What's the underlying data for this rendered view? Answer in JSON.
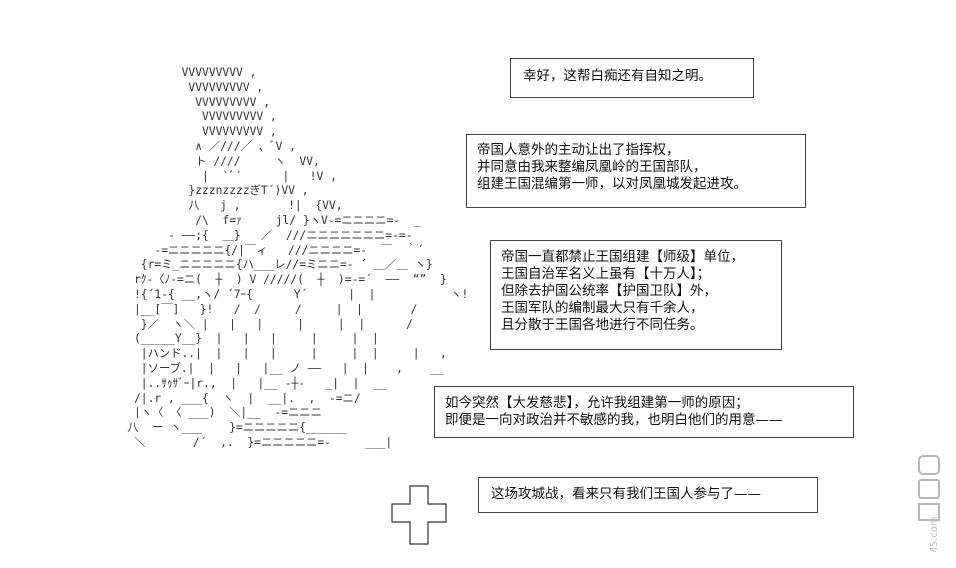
{
  "ascii_art": [
    "            VVVVVVVVV ,",
    "             VVVVVVVVV ,",
    "              VVVVVVVVV ,",
    "               VVVVVVVVV ,",
    "               VVVVVVVVV ,",
    "              ∧ ／///／ 、ﾞV ,",
    "              ト ////     ヽ  VV,",
    "               |  `ﾞ´      |   !V ,",
    "             }zzznzzzzぎT´)VV ,",
    "             八   j ,       !|  {VV,",
    "              /\\  f=ｧ     jl/ }ヽV-=ニニニニ=-  _",
    "          - ――;{  ＿}   ／  ///ニニニニニニニ=-=-",
    "        -=ニニニニニ{/|￣ィ   ///ニニニニ=-  ￣  ｀´",
    "      {r=ミ_ニニニニニ{ハ___レ//=ミニニ=- ´ ＿／＿ ヽ}",
    "     rｸ-〈ﾉ-=ニ(  ┼  ) V /////(  ┼  )=-=´  ――  “”  }",
    "     !{´1-{ __,ヽ/ ´7ｰ{      Y´      |  |           ヽ!",
    "     |__[￣]   }!   /  /     /     |  |       /",
    "      }／  ヽ＼ |   |   |     |     |  |      /",
    "     (_____Y__}  |   |   |     |     |  |",
    "      |ハンド..|  |   |   |     |     |  |     |   ,",
    "      |ソーブ.|  |   |   |__ ノ ――   |  |    ,    __",
    "      |..ｻｩｻﾞｰ|r.,  |   |__ -┼-   _|  |  __",
    "     /|.r , ___{  ヽ  |  __|.  ,  -=ニ/",
    "     |ヽ〈 〈 ___)  ＼|__  -=ニニニ",
    "    八  ー ヽ___    }=ニニニニニ{______",
    "     ＼       /´  ,.  }=ニニニニニ=-     ___|"
  ],
  "dialogs": [
    {
      "lines": [
        "幸好，这帮白痴还有自知之明。"
      ]
    },
    {
      "lines": [
        "帝国人意外的主动让出了指挥权，",
        "并同意由我来整编凤凰岭的王国部队，",
        "组建王国混编第一师，以对凤凰城发起进攻。"
      ]
    },
    {
      "lines": [
        "帝国一直都禁止王国组建【师级】单位，",
        "王国自治军名义上虽有【十万人】；",
        "但除去护国公统率【护国卫队】外，",
        "王国军队的编制最大只有千余人，",
        "且分散于王国各地进行不同任务。"
      ]
    },
    {
      "lines": [
        "如今突然【大发慈悲】，允许我组建第一师的原因；",
        "即便是一向对政治并不敏感的我，也明白他们的用意——"
      ]
    },
    {
      "lines": [
        "这场攻城战，看来只有我们王国人参与了——"
      ]
    }
  ],
  "watermark": {
    "text": "DM5.com",
    "icon": "dm5-watermark-icon"
  }
}
